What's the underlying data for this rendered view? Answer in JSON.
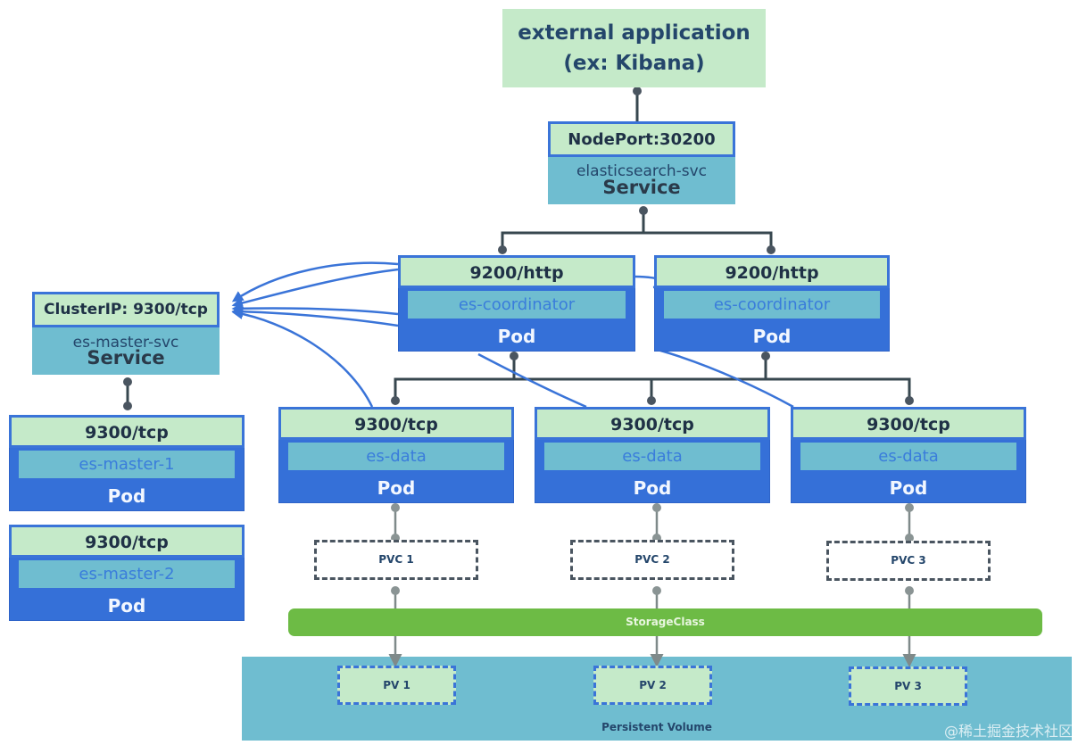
{
  "external_app": {
    "line1": "external application",
    "line2": "(ex: Kibana)"
  },
  "es_service": {
    "port": "NodePort:30200",
    "name": "elasticsearch-svc",
    "kind": "Service"
  },
  "master_service": {
    "port": "ClusterIP: 9300/tcp",
    "name": "es-master-svc",
    "kind": "Service"
  },
  "coordinators": [
    {
      "port": "9200/http",
      "name": "es-coordinator",
      "kind": "Pod"
    },
    {
      "port": "9200/http",
      "name": "es-coordinator",
      "kind": "Pod"
    }
  ],
  "data_pods": [
    {
      "port": "9300/tcp",
      "name": "es-data",
      "kind": "Pod"
    },
    {
      "port": "9300/tcp",
      "name": "es-data",
      "kind": "Pod"
    },
    {
      "port": "9300/tcp",
      "name": "es-data",
      "kind": "Pod"
    }
  ],
  "master_pods": [
    {
      "port": "9300/tcp",
      "name": "es-master-1",
      "kind": "Pod"
    },
    {
      "port": "9300/tcp",
      "name": "es-master-2",
      "kind": "Pod"
    }
  ],
  "pvcs": [
    "PVC 1",
    "PVC 2",
    "PVC 3"
  ],
  "storage_class": "StorageClass",
  "pvs": [
    "PV 1",
    "PV 2",
    "PV 3"
  ],
  "persistent_volume": "Persistent Volume",
  "watermark": "@稀土掘金技术社区",
  "colors": {
    "light_green": "#c5eac9",
    "teal": "#6fbdd0",
    "pod_blue": "#3570d8",
    "border_blue": "#3a74d8",
    "storage_green": "#6dbb45",
    "connector_dark": "#37474f"
  }
}
